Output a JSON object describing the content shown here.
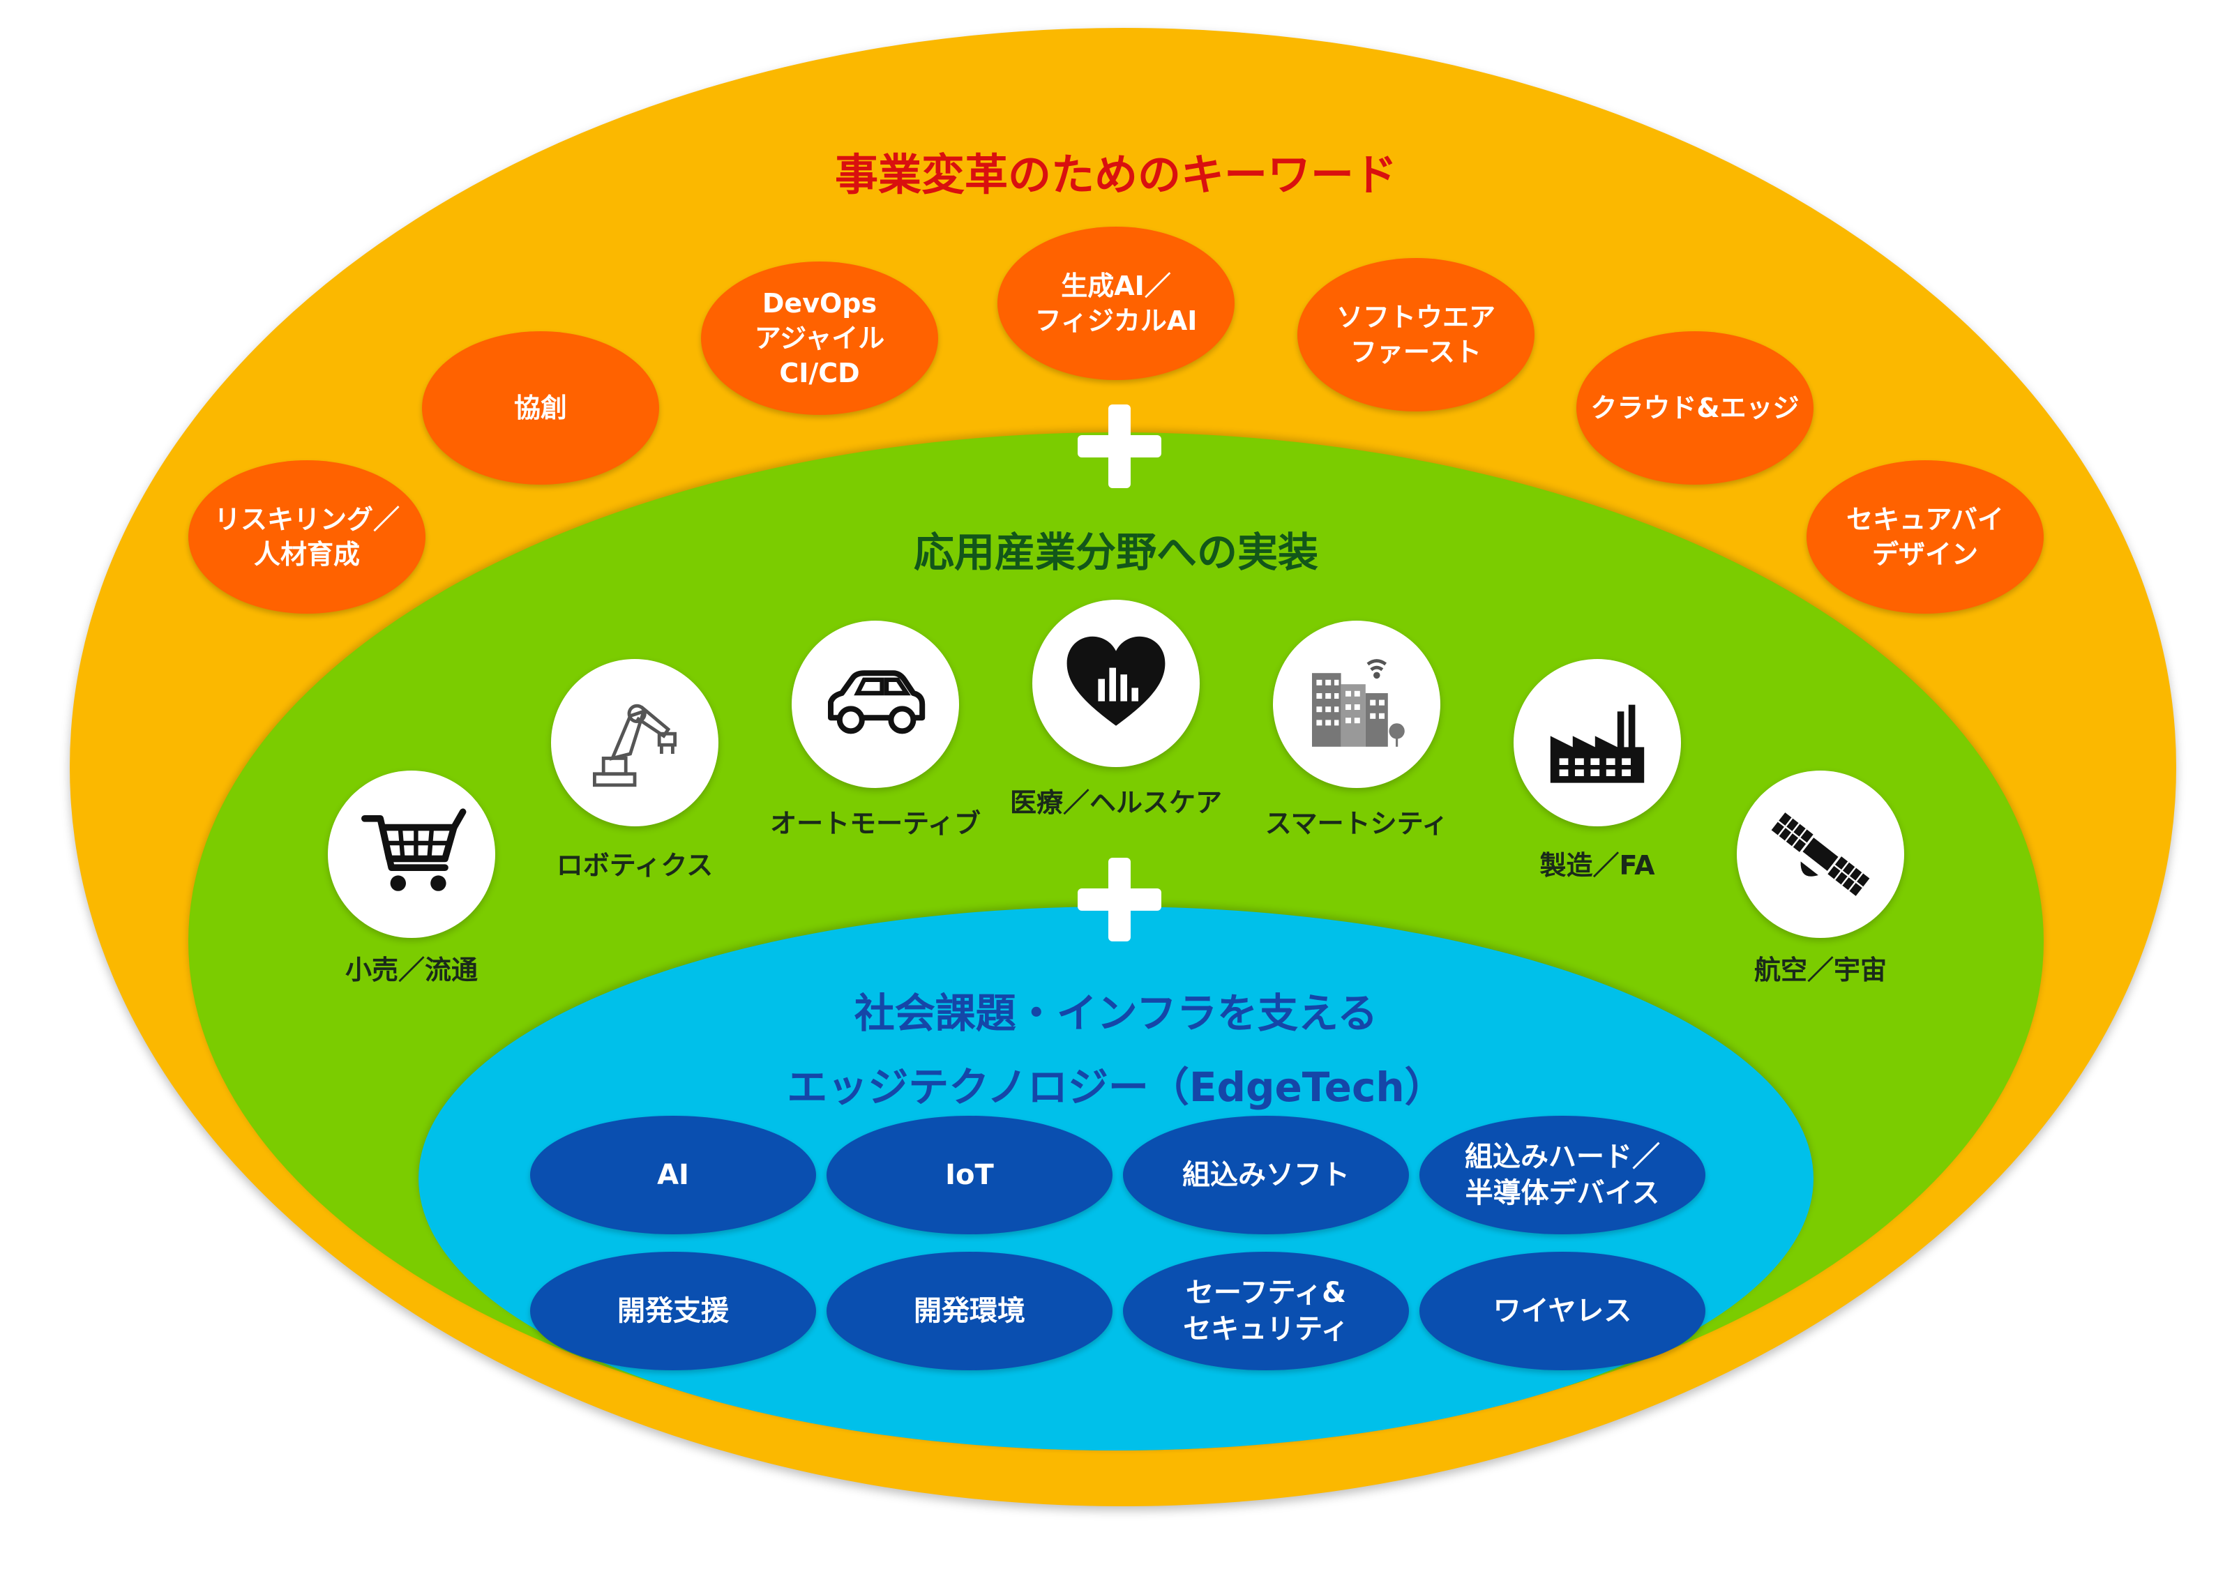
{
  "colors": {
    "outer": "#fbb800",
    "middle": "#7bcc00",
    "inner": "#00c0ea",
    "keyword_bubble": "#ff6200",
    "tech_bubble": "#0a4fb0",
    "outer_title": "#d9100f",
    "middle_title": "#12561a",
    "inner_title": "#1546a8"
  },
  "outer": {
    "title": "事業変革のためのキーワード",
    "keywords": [
      {
        "label": "リスキリング／\n人材育成"
      },
      {
        "label": "協創"
      },
      {
        "label": "DevOps\nアジャイル\nCI/CD"
      },
      {
        "label": "生成AI／\nフィジカルAI"
      },
      {
        "label": "ソフトウエア\nファースト"
      },
      {
        "label": "クラウド&エッジ"
      },
      {
        "label": "セキュアバイ\nデザイン"
      }
    ]
  },
  "middle": {
    "title": "応用産業分野への実装",
    "industries": [
      {
        "label": "小売／流通",
        "icon": "shopping-cart-icon"
      },
      {
        "label": "ロボティクス",
        "icon": "robot-arm-icon"
      },
      {
        "label": "オートモーティブ",
        "icon": "car-icon"
      },
      {
        "label": "医療／ヘルスケア",
        "icon": "heart-chart-icon"
      },
      {
        "label": "スマートシティ",
        "icon": "city-buildings-icon"
      },
      {
        "label": "製造／FA",
        "icon": "factory-icon"
      },
      {
        "label": "航空／宇宙",
        "icon": "satellite-icon"
      }
    ]
  },
  "inner": {
    "title_line1": "社会課題・インフラを支える",
    "title_line2": "エッジテクノロジー（EdgeTech）",
    "technologies": [
      {
        "label": "AI"
      },
      {
        "label": "IoT"
      },
      {
        "label": "組込みソフト"
      },
      {
        "label": "組込みハード／\n半導体デバイス"
      },
      {
        "label": "開発支援"
      },
      {
        "label": "開発環境"
      },
      {
        "label": "セーフティ&\nセキュリティ"
      },
      {
        "label": "ワイヤレス"
      }
    ]
  }
}
